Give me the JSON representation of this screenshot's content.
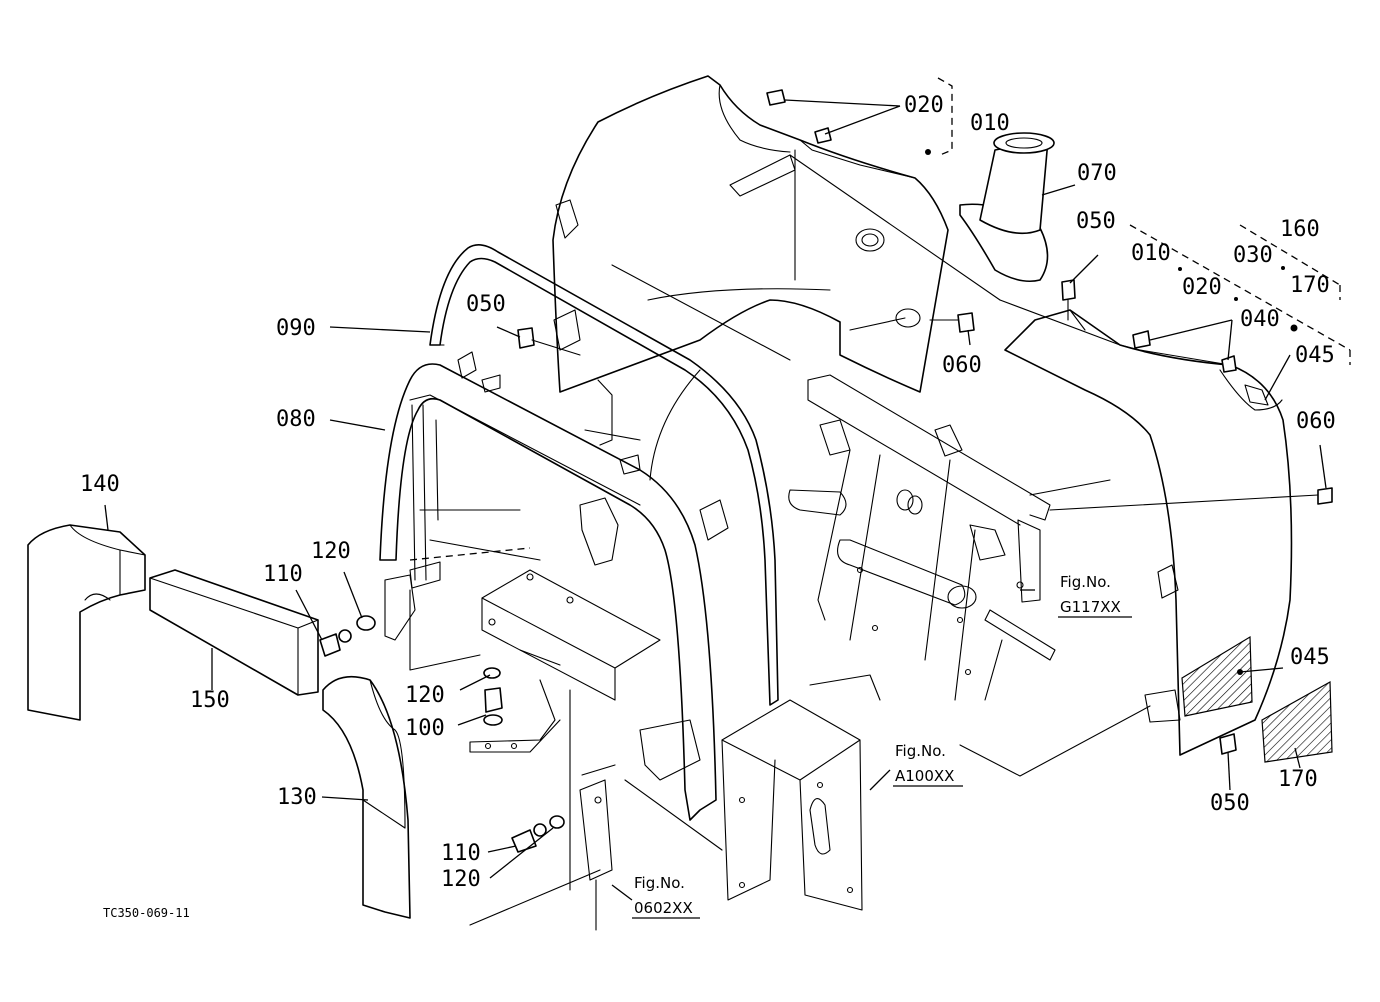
{
  "drawing_code": "TC350-069-11",
  "parts": [
    {
      "id": "p020a",
      "label": "020"
    },
    {
      "id": "p010a",
      "label": "010"
    },
    {
      "id": "p070",
      "label": "070"
    },
    {
      "id": "p050a",
      "label": "050"
    },
    {
      "id": "p160",
      "label": "160"
    },
    {
      "id": "p010b",
      "label": "010"
    },
    {
      "id": "p030",
      "label": "030"
    },
    {
      "id": "p020b",
      "label": "020"
    },
    {
      "id": "p170a",
      "label": "170"
    },
    {
      "id": "p040",
      "label": "040"
    },
    {
      "id": "p045a",
      "label": "045"
    },
    {
      "id": "p060a",
      "label": "060"
    },
    {
      "id": "p090",
      "label": "090"
    },
    {
      "id": "p050b",
      "label": "050"
    },
    {
      "id": "p060b",
      "label": "060"
    },
    {
      "id": "p080",
      "label": "080"
    },
    {
      "id": "p140",
      "label": "140"
    },
    {
      "id": "p120a",
      "label": "120"
    },
    {
      "id": "p110a",
      "label": "110"
    },
    {
      "id": "p150",
      "label": "150"
    },
    {
      "id": "p120b",
      "label": "120"
    },
    {
      "id": "p100",
      "label": "100"
    },
    {
      "id": "p130",
      "label": "130"
    },
    {
      "id": "p110b",
      "label": "110"
    },
    {
      "id": "p120c",
      "label": "120"
    },
    {
      "id": "p045b",
      "label": "045"
    },
    {
      "id": "p050c",
      "label": "050"
    },
    {
      "id": "p170b",
      "label": "170"
    }
  ],
  "figure_refs": [
    {
      "id": "g117",
      "line1": "Fig.No.",
      "line2": "G117XX"
    },
    {
      "id": "a100",
      "line1": "Fig.No.",
      "line2": "A100XX"
    },
    {
      "id": "f0602",
      "line1": "Fig.No.",
      "line2": "0602XX"
    }
  ]
}
